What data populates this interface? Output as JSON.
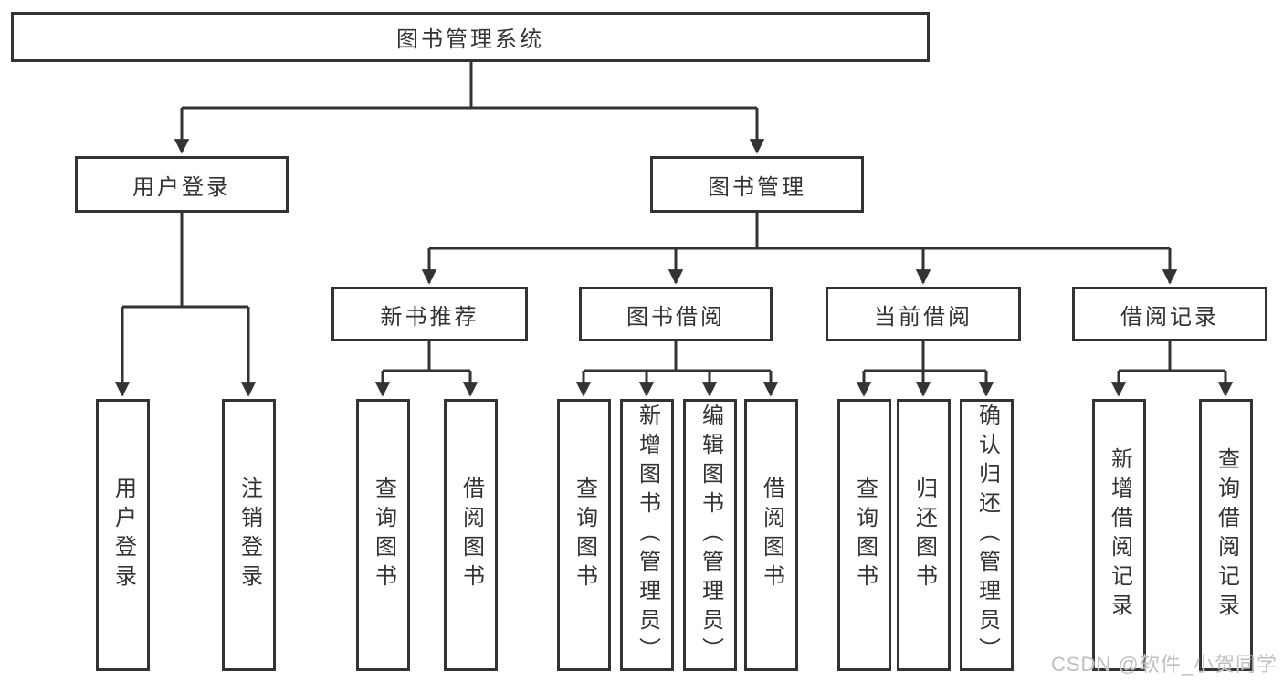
{
  "diagram": {
    "type": "hierarchy-tree",
    "root": {
      "label": "图书管理系统"
    },
    "branches": [
      {
        "label": "用户登录",
        "children": [
          {
            "label": "用户登录"
          },
          {
            "label": "注销登录"
          }
        ]
      },
      {
        "label": "图书管理",
        "children": [
          {
            "label": "新书推荐",
            "children": [
              {
                "label": "查询图书"
              },
              {
                "label": "借阅图书"
              }
            ]
          },
          {
            "label": "图书借阅",
            "children": [
              {
                "label": "查询图书"
              },
              {
                "label": "新增图书（管理员）"
              },
              {
                "label": "编辑图书（管理员）"
              },
              {
                "label": "借阅图书"
              }
            ]
          },
          {
            "label": "当前借阅",
            "children": [
              {
                "label": "查询图书"
              },
              {
                "label": "归还图书"
              },
              {
                "label": "确认归还（管理员）"
              }
            ]
          },
          {
            "label": "借阅记录",
            "children": [
              {
                "label": "新增借阅记录"
              },
              {
                "label": "查询借阅记录"
              }
            ]
          }
        ]
      }
    ],
    "watermark": "CSDN @软件_小贺同学",
    "colors": {
      "line": "#333333",
      "text": "#333333",
      "background": "#ffffff",
      "watermark": "#bfbfbf"
    }
  }
}
